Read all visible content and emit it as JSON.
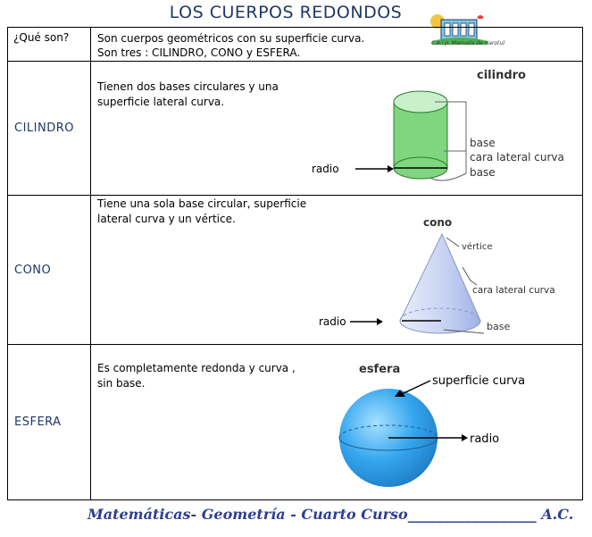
{
  "title": "LOS CUERPOS REDONDOS",
  "logo": {
    "caption": "C.e.i.p. Manuela de Haro(u)"
  },
  "intro": {
    "question": "¿Qué son?",
    "line1": "Son cuerpos geométricos con su superficie curva.",
    "line2": "Son tres : CILINDRO, CONO  y ESFERA."
  },
  "rows": [
    {
      "label": "CILINDRO",
      "description": "Tienen dos bases circulares y una superficie lateral curva.",
      "figure": {
        "title": "cilindro",
        "labels": [
          "base",
          "cara lateral curva",
          "base",
          "radio"
        ]
      }
    },
    {
      "label": "CONO",
      "description": "Tiene una sola base circular, superficie lateral curva y un vértice.",
      "figure": {
        "title": "cono",
        "labels": [
          "vértice",
          "cara lateral curva",
          "base",
          "radio"
        ]
      }
    },
    {
      "label": "ESFERA",
      "description": "Es completamente redonda y curva , sin base.",
      "figure": {
        "title": "esfera",
        "labels": [
          "superficie curva",
          "radio"
        ]
      }
    }
  ],
  "footer": "Matemáticas- Geometría - Cuarto Curso__________________ A.C.",
  "colors": {
    "title": "#1f3864",
    "cylinder": "#6fcf6f",
    "cone": "#b9c6ee",
    "sphere": "#2fa4e7",
    "footer": "#2e3f8f"
  }
}
